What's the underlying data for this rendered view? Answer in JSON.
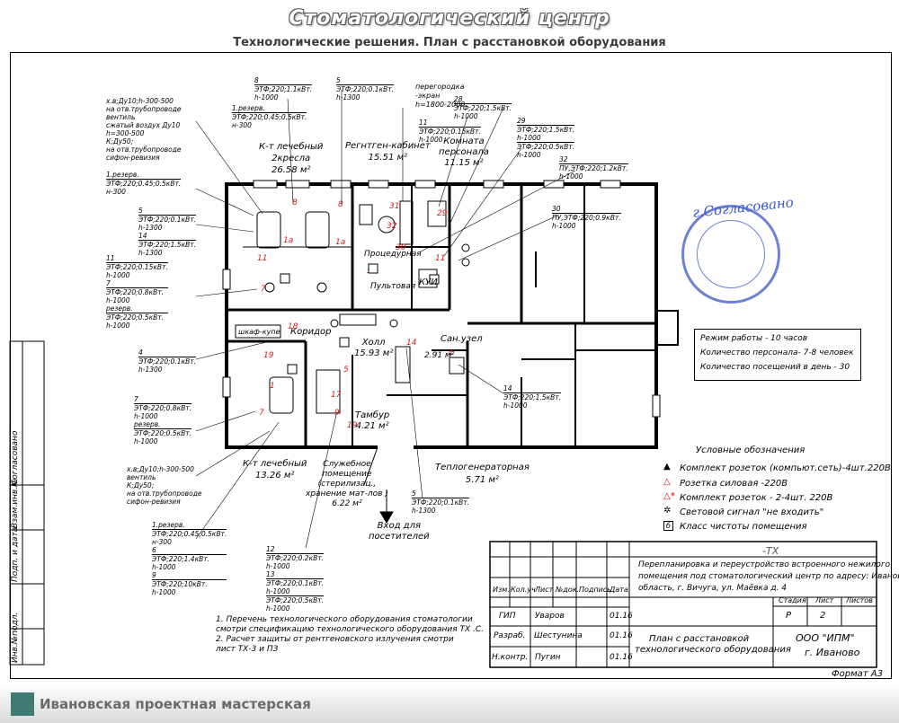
{
  "header": {
    "title": "Стоматологический центр",
    "subtitle": "Технологические решения. План с расстановкой оборудования"
  },
  "rooms": {
    "treatment_top": {
      "name": "К-т лечебный",
      "sub": "2кресла",
      "area": "26.58 м²"
    },
    "xray": {
      "name": "Регнтген-кабинет",
      "area": "15.51 м²"
    },
    "staff": {
      "name": "Комната",
      "sub": "персонала",
      "area": "11.15 м²"
    },
    "procedure": "Процедурная",
    "control": "Пультовая",
    "kui": "КУИ",
    "corridor": "Коридор",
    "wardrobe": "шкаф-купе",
    "hall": {
      "name": "Холл",
      "area": "15.93 м²"
    },
    "wc": {
      "name": "Сан.узел",
      "area": "2.91 м²"
    },
    "vestibule": {
      "name": "Тамбур",
      "area": "4.21 м²"
    },
    "treatment_bottom": {
      "name": "К-т лечебный",
      "area": "13.26 м²"
    },
    "service": {
      "lines": [
        "Служебное",
        "помещение",
        "(стерилизац.,",
        "хранение мат-лов )"
      ],
      "area": "6.22 м²"
    },
    "generator": {
      "name": "Теплогенераторная",
      "area": "5.71 м²"
    },
    "entrance": [
      "Вход для",
      "посетителей"
    ],
    "partition": [
      "перегородка",
      "-экран",
      "h=1800-2000"
    ],
    "stamp_text": "г.Согласовано"
  },
  "callouts_left": [
    [
      "х.в;Ду10;h-300-500",
      "на отв.трубопроводе",
      "вентиль",
      "сжатый воздух Ду10",
      "h=300-500",
      "К;Ду50;",
      "на отв.трубопроводе",
      "сифон-ревизия"
    ],
    [
      "1.резерв.",
      "ЭТФ;220;0.45;0.5кВт.",
      "н-300"
    ],
    [
      "5",
      "ЭТФ;220;0.1кВт.",
      "h-1300",
      "14",
      "ЭТФ;220;1.5кВт.",
      "h-1300"
    ],
    [
      "11",
      "ЭТФ;220;0.15кВт.",
      "h-1000",
      "7",
      "ЭТФ;220;0.8кВт.",
      "h-1000",
      "резерв.",
      "ЭТФ;220;0.5кВт.",
      "h-1000"
    ],
    [
      "4",
      "ЭТФ;220;0.1кВт.",
      "h-1300"
    ],
    [
      "7",
      "ЭТФ;220;0.8кВт.",
      "h-1000",
      "резерв.",
      "ЭТФ;220;0.5кВт.",
      "h-1000"
    ],
    [
      "х.в;Ду10;h-300-500",
      "вентиль",
      "К;Ду50;",
      "на отв.трубопроводе",
      "сифон-ревизия"
    ],
    [
      "1.резерв.",
      "ЭТФ;220;0.45;0.5кВт.",
      "н-300",
      "6",
      "ЭТФ;220;1.4кВт.",
      "h-1000",
      "9",
      "ЭТФ;220;10кВт.",
      "h-1000"
    ]
  ],
  "callouts_top": [
    [
      "8",
      "ЭТФ;220;1.1кВт.",
      "h-1000"
    ],
    [
      "1.резерв.",
      "ЭТФ;220;0.45;0.5кВт.",
      "н-300"
    ],
    [
      "5",
      "ЭТФ;220;0.1кВт.",
      "h-1300"
    ],
    [
      "28",
      "ЭТФ;220;1.5кВт.",
      "h-1000"
    ],
    [
      "11",
      "ЭТФ;220;0.15кВт.",
      "h-1000"
    ],
    [
      "29",
      "ЭТФ;220;1.5кВт.",
      "h-1000",
      "ЭТФ;220;0.5кВт.",
      "h-1000"
    ],
    [
      "32",
      "ПУ,ЭТФ;220;1.2кВт.",
      "h-1000"
    ],
    [
      "30",
      "ПУ,ЭТФ;220;0.9кВт.",
      "h-1000"
    ],
    [
      "14",
      "ЭТФ;220;1.5кВт.",
      "h-1000"
    ],
    [
      "5",
      "ЭТФ;220;0.1кВт.",
      "h-1300"
    ],
    [
      "12",
      "ЭТФ;220;0.2кВт.",
      "h-1000",
      "13",
      "ЭТФ;220;0.1кВт.",
      "h-1000",
      "ЭТФ;220;0.5кВт.",
      "h-1000"
    ]
  ],
  "info_box": [
    "Режим работы - 10 часов",
    "Количество персонала- 7-8 человек",
    "Количество посещений в день  - 30"
  ],
  "legend": {
    "title": "Условные обозначения",
    "items": [
      "Комплект розеток (компьют.сеть)-4шт.220В",
      "Розетка силовая -220В",
      "Комплект розеток - 2-4шт. 220В",
      "Световой сигнал \"не входить\"",
      "Класс чистоты помещения"
    ]
  },
  "notes": [
    "1. Перечень технологического  оборудования стоматологии",
    "смотри спецификацию технологического оборудования ТХ .С.",
    "2. Расчет защиты от рентгеновского излучения смотри",
    "лист ТХ-3 и ПЗ"
  ],
  "title_block": {
    "code": "-ТХ",
    "project": [
      "Перепланировка и переустройство встроенного нежилого",
      "помещения под стоматологический центр по адресу: Ивановская",
      "область, г. Вичуга, ул. Маёвка д. 4"
    ],
    "cols": [
      "Изм.",
      "Кол.уч",
      "Лист",
      "№док.",
      "Подпись",
      "Дата"
    ],
    "stage_headers": [
      "Стадия",
      "Лист",
      "Листов"
    ],
    "stage": "Р",
    "sheet": "2",
    "sheets": "",
    "rows": [
      {
        "role": "ГИП",
        "name": "Уваров",
        "date": "01.16"
      },
      {
        "role": "Разраб.",
        "name": "Шестунина",
        "date": "01.16"
      },
      {
        "role": "Н.контр.",
        "name": "Пугин",
        "date": "01.16"
      }
    ],
    "drawing_name": [
      "План с расстановкой",
      "технологического оборудования"
    ],
    "org": [
      "ООО \"ИПМ\"",
      "г. Иваново"
    ],
    "format": "Формат А3"
  },
  "side_stamp": {
    "agreed": "Согласовано",
    "cols": [
      "Взам.инв.№",
      "Подп. и дата",
      "Инв.№подл."
    ]
  },
  "footer": {
    "org": "Ивановская проектная мастерская"
  }
}
